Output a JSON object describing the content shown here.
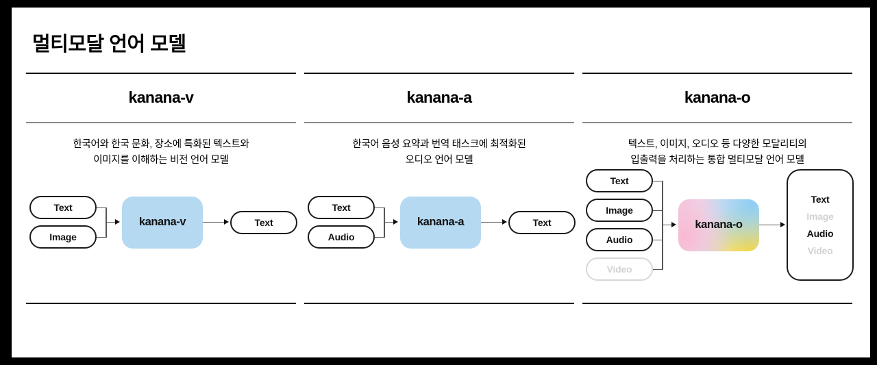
{
  "page": {
    "title": "멀티모달 언어 모델",
    "background": "#ffffff",
    "frame_color": "#000000"
  },
  "colors": {
    "rule_dark": "#111111",
    "rule_light": "#8a8a8a",
    "model_blue": "#b4d9f1",
    "muted_text": "#d2d2d2",
    "gradient_pink": "#f9b9d2",
    "gradient_blue": "#8ecdf3",
    "gradient_yellow": "#ffd83b"
  },
  "columns": [
    {
      "id": "kanana-v",
      "title": "kanana-v",
      "description": "한국어와 한국 문화, 장소에 특화된 텍스트와\n이미지를 이해하는 비전 언어 모델",
      "model_label": "kanana-v",
      "inputs": [
        {
          "label": "Text",
          "muted": false
        },
        {
          "label": "Image",
          "muted": false
        }
      ],
      "outputs": [
        {
          "label": "Text",
          "muted": false
        }
      ]
    },
    {
      "id": "kanana-a",
      "title": "kanana-a",
      "description": "한국어 음성 요약과 번역 태스크에 최적화된\n오디오 언어 모델",
      "model_label": "kanana-a",
      "inputs": [
        {
          "label": "Text",
          "muted": false
        },
        {
          "label": "Audio",
          "muted": false
        }
      ],
      "outputs": [
        {
          "label": "Text",
          "muted": false
        }
      ]
    },
    {
      "id": "kanana-o",
      "title": "kanana-o",
      "description": "텍스트, 이미지, 오디오 등 다양한 모달리티의\n입출력을 처리하는 통합 멀티모달 언어 모델",
      "model_label": "kanana-o",
      "inputs": [
        {
          "label": "Text",
          "muted": false
        },
        {
          "label": "Image",
          "muted": false
        },
        {
          "label": "Audio",
          "muted": false
        },
        {
          "label": "Video",
          "muted": true
        }
      ],
      "outputs": [
        {
          "label": "Text",
          "muted": false
        },
        {
          "label": "Image",
          "muted": true
        },
        {
          "label": "Audio",
          "muted": false
        },
        {
          "label": "Video",
          "muted": true
        }
      ]
    }
  ]
}
